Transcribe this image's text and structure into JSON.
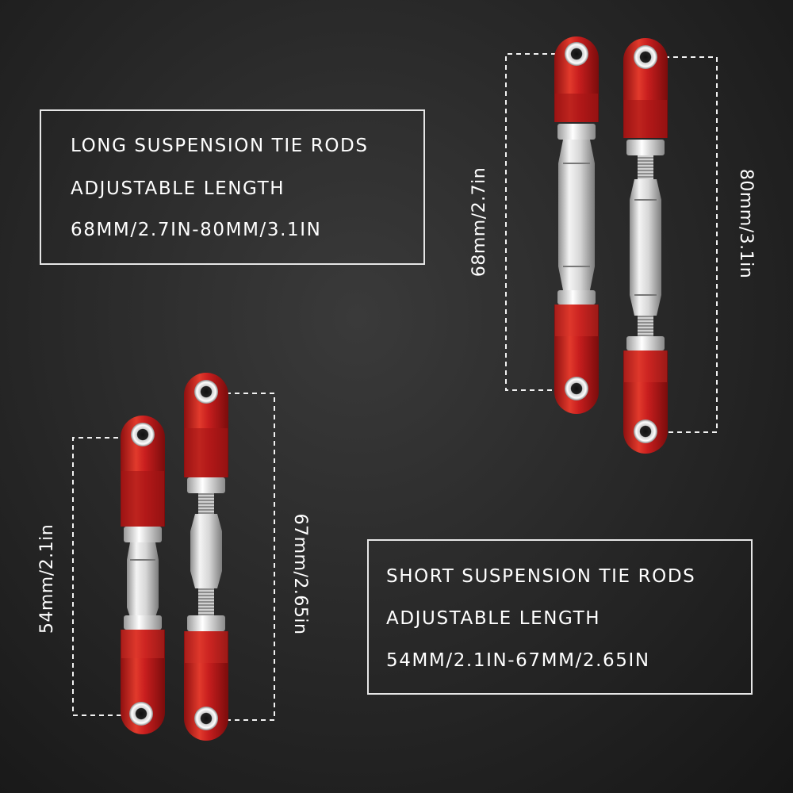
{
  "long_rods": {
    "heading": "LONG SUSPENSION TIE RODS",
    "subheading": "ADJUSTABLE LENGTH",
    "range": "68MM/2.7IN-80MM/3.1IN",
    "min_label": "68mm/2.7in",
    "max_label": "80mm/3.1in"
  },
  "short_rods": {
    "heading": "SHORT SUSPENSION TIE RODS",
    "subheading": "ADJUSTABLE LENGTH",
    "range": "54MM/2.1IN-67MM/2.65IN",
    "min_label": "54mm/2.1in",
    "max_label": "67mm/2.65in"
  },
  "colors": {
    "rod_end": "#c81e1e",
    "rod_end_dark": "#8e1010",
    "rod_end_light": "#ee5a4a",
    "shaft": "#e4e4e4",
    "shaft_dark": "#9a9a9a",
    "dimension_line": "#f2f2f2",
    "text": "#ffffff"
  }
}
